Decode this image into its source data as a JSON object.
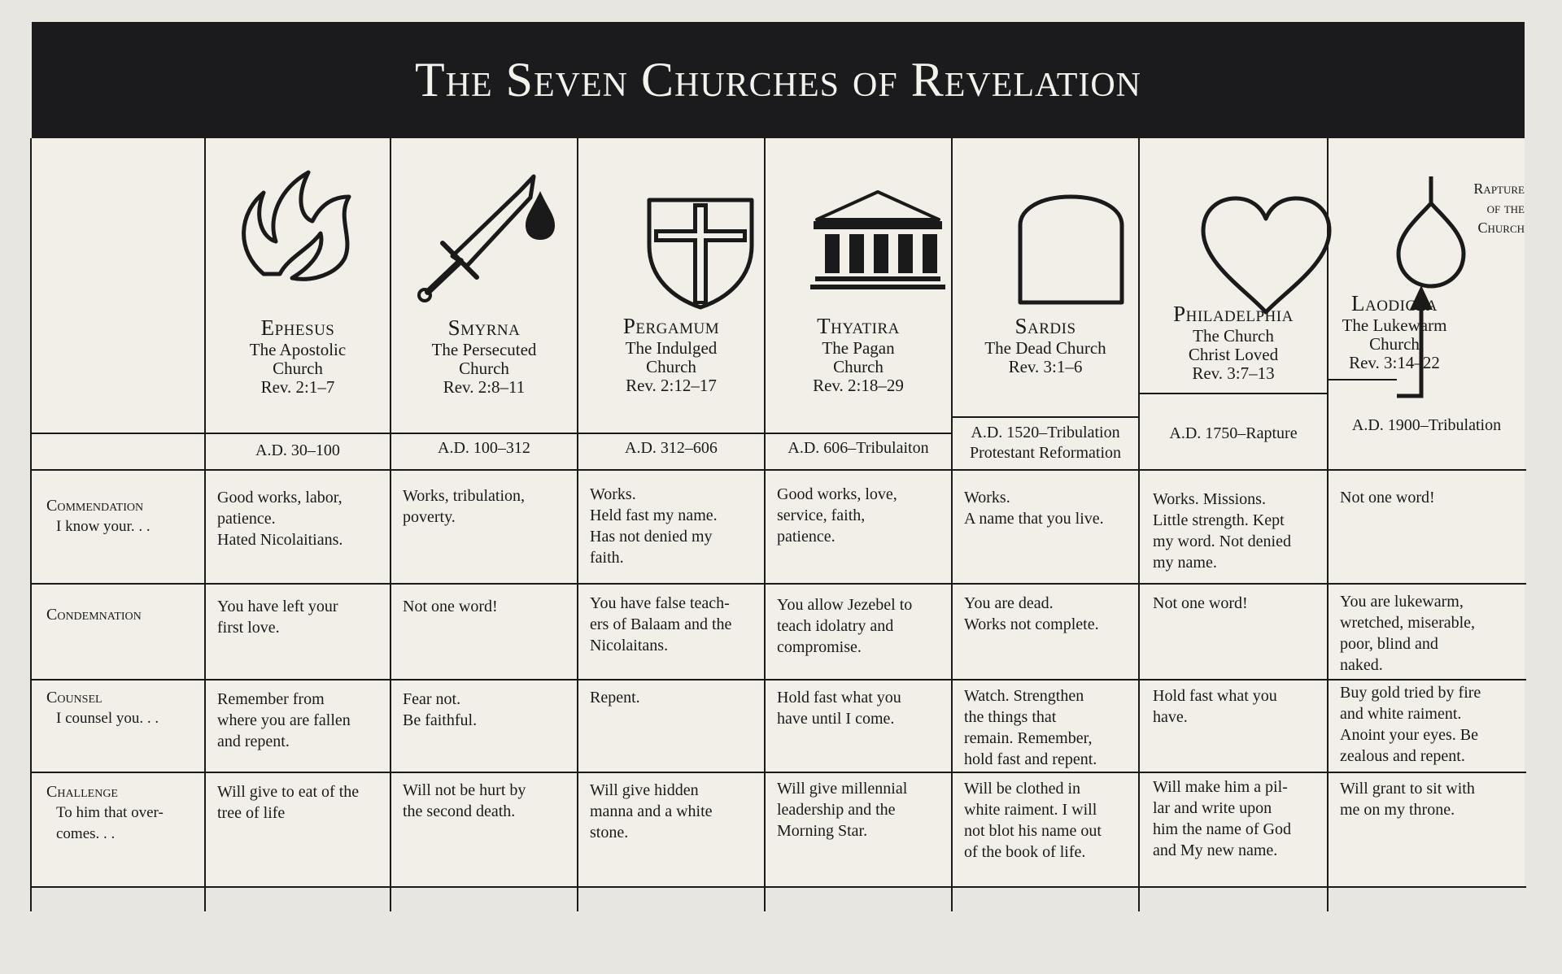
{
  "title": "The Seven Churches of Revelation",
  "rapture_label": "Rapture\nof the\nChurch",
  "rows": [
    {
      "title": "Commendation",
      "subtitle": "I know your. . ."
    },
    {
      "title": "Condemnation",
      "subtitle": ""
    },
    {
      "title": "Counsel",
      "subtitle": "I counsel you. . ."
    },
    {
      "title": "Challenge",
      "subtitle": "To him that over-\ncomes. . ."
    }
  ],
  "churches": [
    {
      "icon": "flame-icon",
      "name": "Ephesus",
      "desc": "The Apostolic\nChurch",
      "ref": "Rev. 2:1–7",
      "dates": "A.D. 30–100",
      "commendation": "Good works, labor,\npatience.\nHated Nicolaitians.",
      "condemnation": "You have left your\nfirst love.",
      "counsel": "Remember from\nwhere you are fallen\nand repent.",
      "challenge": "Will give to eat of the\ntree of life"
    },
    {
      "icon": "sword-icon",
      "name": "Smyrna",
      "desc": "The Persecuted\nChurch",
      "ref": "Rev. 2:8–11",
      "dates": "A.D. 100–312",
      "commendation": "Works, tribulation,\npoverty.",
      "condemnation": "Not one word!",
      "counsel": "Fear not.\nBe faithful.",
      "challenge": "Will not be hurt by\nthe second death."
    },
    {
      "icon": "shield-cross-icon",
      "name": "Pergamum",
      "desc": "The Indulged\nChurch",
      "ref": "Rev. 2:12–17",
      "dates": "A.D. 312–606",
      "commendation": "Works.\nHeld fast my name.\nHas not denied my\nfaith.",
      "condemnation": "You have false teach-\ners of Balaam and the\nNicolaitans.",
      "counsel": "Repent.",
      "challenge": "Will give hidden\nmanna and a white\nstone."
    },
    {
      "icon": "temple-icon",
      "name": "Thyatira",
      "desc": "The Pagan\nChurch",
      "ref": "Rev. 2:18–29",
      "dates": "A.D. 606–Tribulaiton",
      "commendation": "Good works, love,\nservice, faith,\npatience.",
      "condemnation": "You allow Jezebel to\nteach idolatry  and\ncompromise.",
      "counsel": "Hold fast what you\nhave until I come.",
      "challenge": "Will give millennial\nleadership and the\nMorning Star."
    },
    {
      "icon": "tombstone-icon",
      "name": "Sardis",
      "desc": "The Dead Church",
      "ref": "Rev. 3:1–6",
      "dates": "A.D. 1520–Tribulation\nProtestant Reformation",
      "commendation": "Works.\nA name that you live.",
      "condemnation": "You are dead.\nWorks not complete.",
      "counsel": "Watch. Strengthen\nthe things that\nremain. Remember,\nhold fast and repent.",
      "challenge": "Will be clothed in\nwhite raiment. I will\nnot blot his name out\nof the book of life."
    },
    {
      "icon": "heart-icon",
      "name": "Philadelphia",
      "desc": "The Church\nChrist Loved",
      "ref": "Rev. 3:7–13",
      "dates": "A.D. 1750–Rapture",
      "commendation": "Works. Missions.\nLittle strength. Kept\nmy word. Not denied\nmy name.",
      "condemnation": "Not one word!",
      "counsel": "Hold fast what you\nhave.",
      "challenge": "Will make him a pil-\nlar and write upon\nhim the name of God\nand My new name."
    },
    {
      "icon": "drop-icon",
      "name": "Laodicea",
      "desc": "The Lukewarm\nChurch",
      "ref": "Rev. 3:14–22",
      "dates": "A.D. 1900–Tribulation",
      "commendation": "Not one word!",
      "condemnation": "You are lukewarm,\nwretched, miserable,\npoor, blind and\nnaked.",
      "counsel": "Buy gold tried by fire\nand white raiment.\nAnoint your eyes. Be\nzealous and repent.",
      "challenge": "Will grant to sit with\nme on my throne."
    }
  ]
}
